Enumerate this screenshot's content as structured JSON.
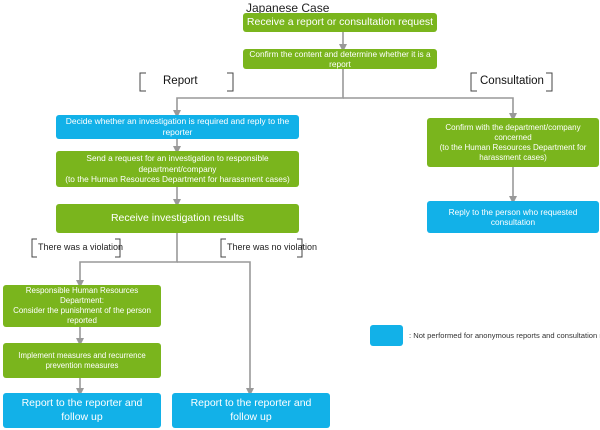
{
  "title": "Japanese Case",
  "nodes": {
    "receive": "Receive a report or consultation request",
    "confirm": "Confirm the content and determine whether it is a report",
    "decide": "Decide whether an investigation is required and reply to the reporter",
    "send_request": "Send a request for an investigation to responsible department/company\n(to the Human Resources Department for harassment cases)",
    "receive_results": "Receive investigation results",
    "hr_consider": "Responsible Human Resources Department:\nConsider the punishment of the person reported",
    "implement": "Implement measures and recurrence prevention measures",
    "report_left": "Report to the reporter and\nfollow up",
    "report_right": "Report to the reporter and\nfollow up",
    "confirm_dept": "Confirm with the department/company\nconcerned\n(to the Human Resources Department for harassment cases)",
    "reply_consult": "Reply to the person who requested consultation"
  },
  "branches": {
    "report": "Report",
    "consultation": "Consultation",
    "violation": "There was a violation",
    "no_violation": "There was no violation"
  },
  "legend": {
    "text": ": Not performed for anonymous reports and consultation requests",
    "color": "#12b1e8"
  },
  "colors": {
    "green": "#7ab51d",
    "blue": "#12b1e8",
    "line": "#999999"
  }
}
